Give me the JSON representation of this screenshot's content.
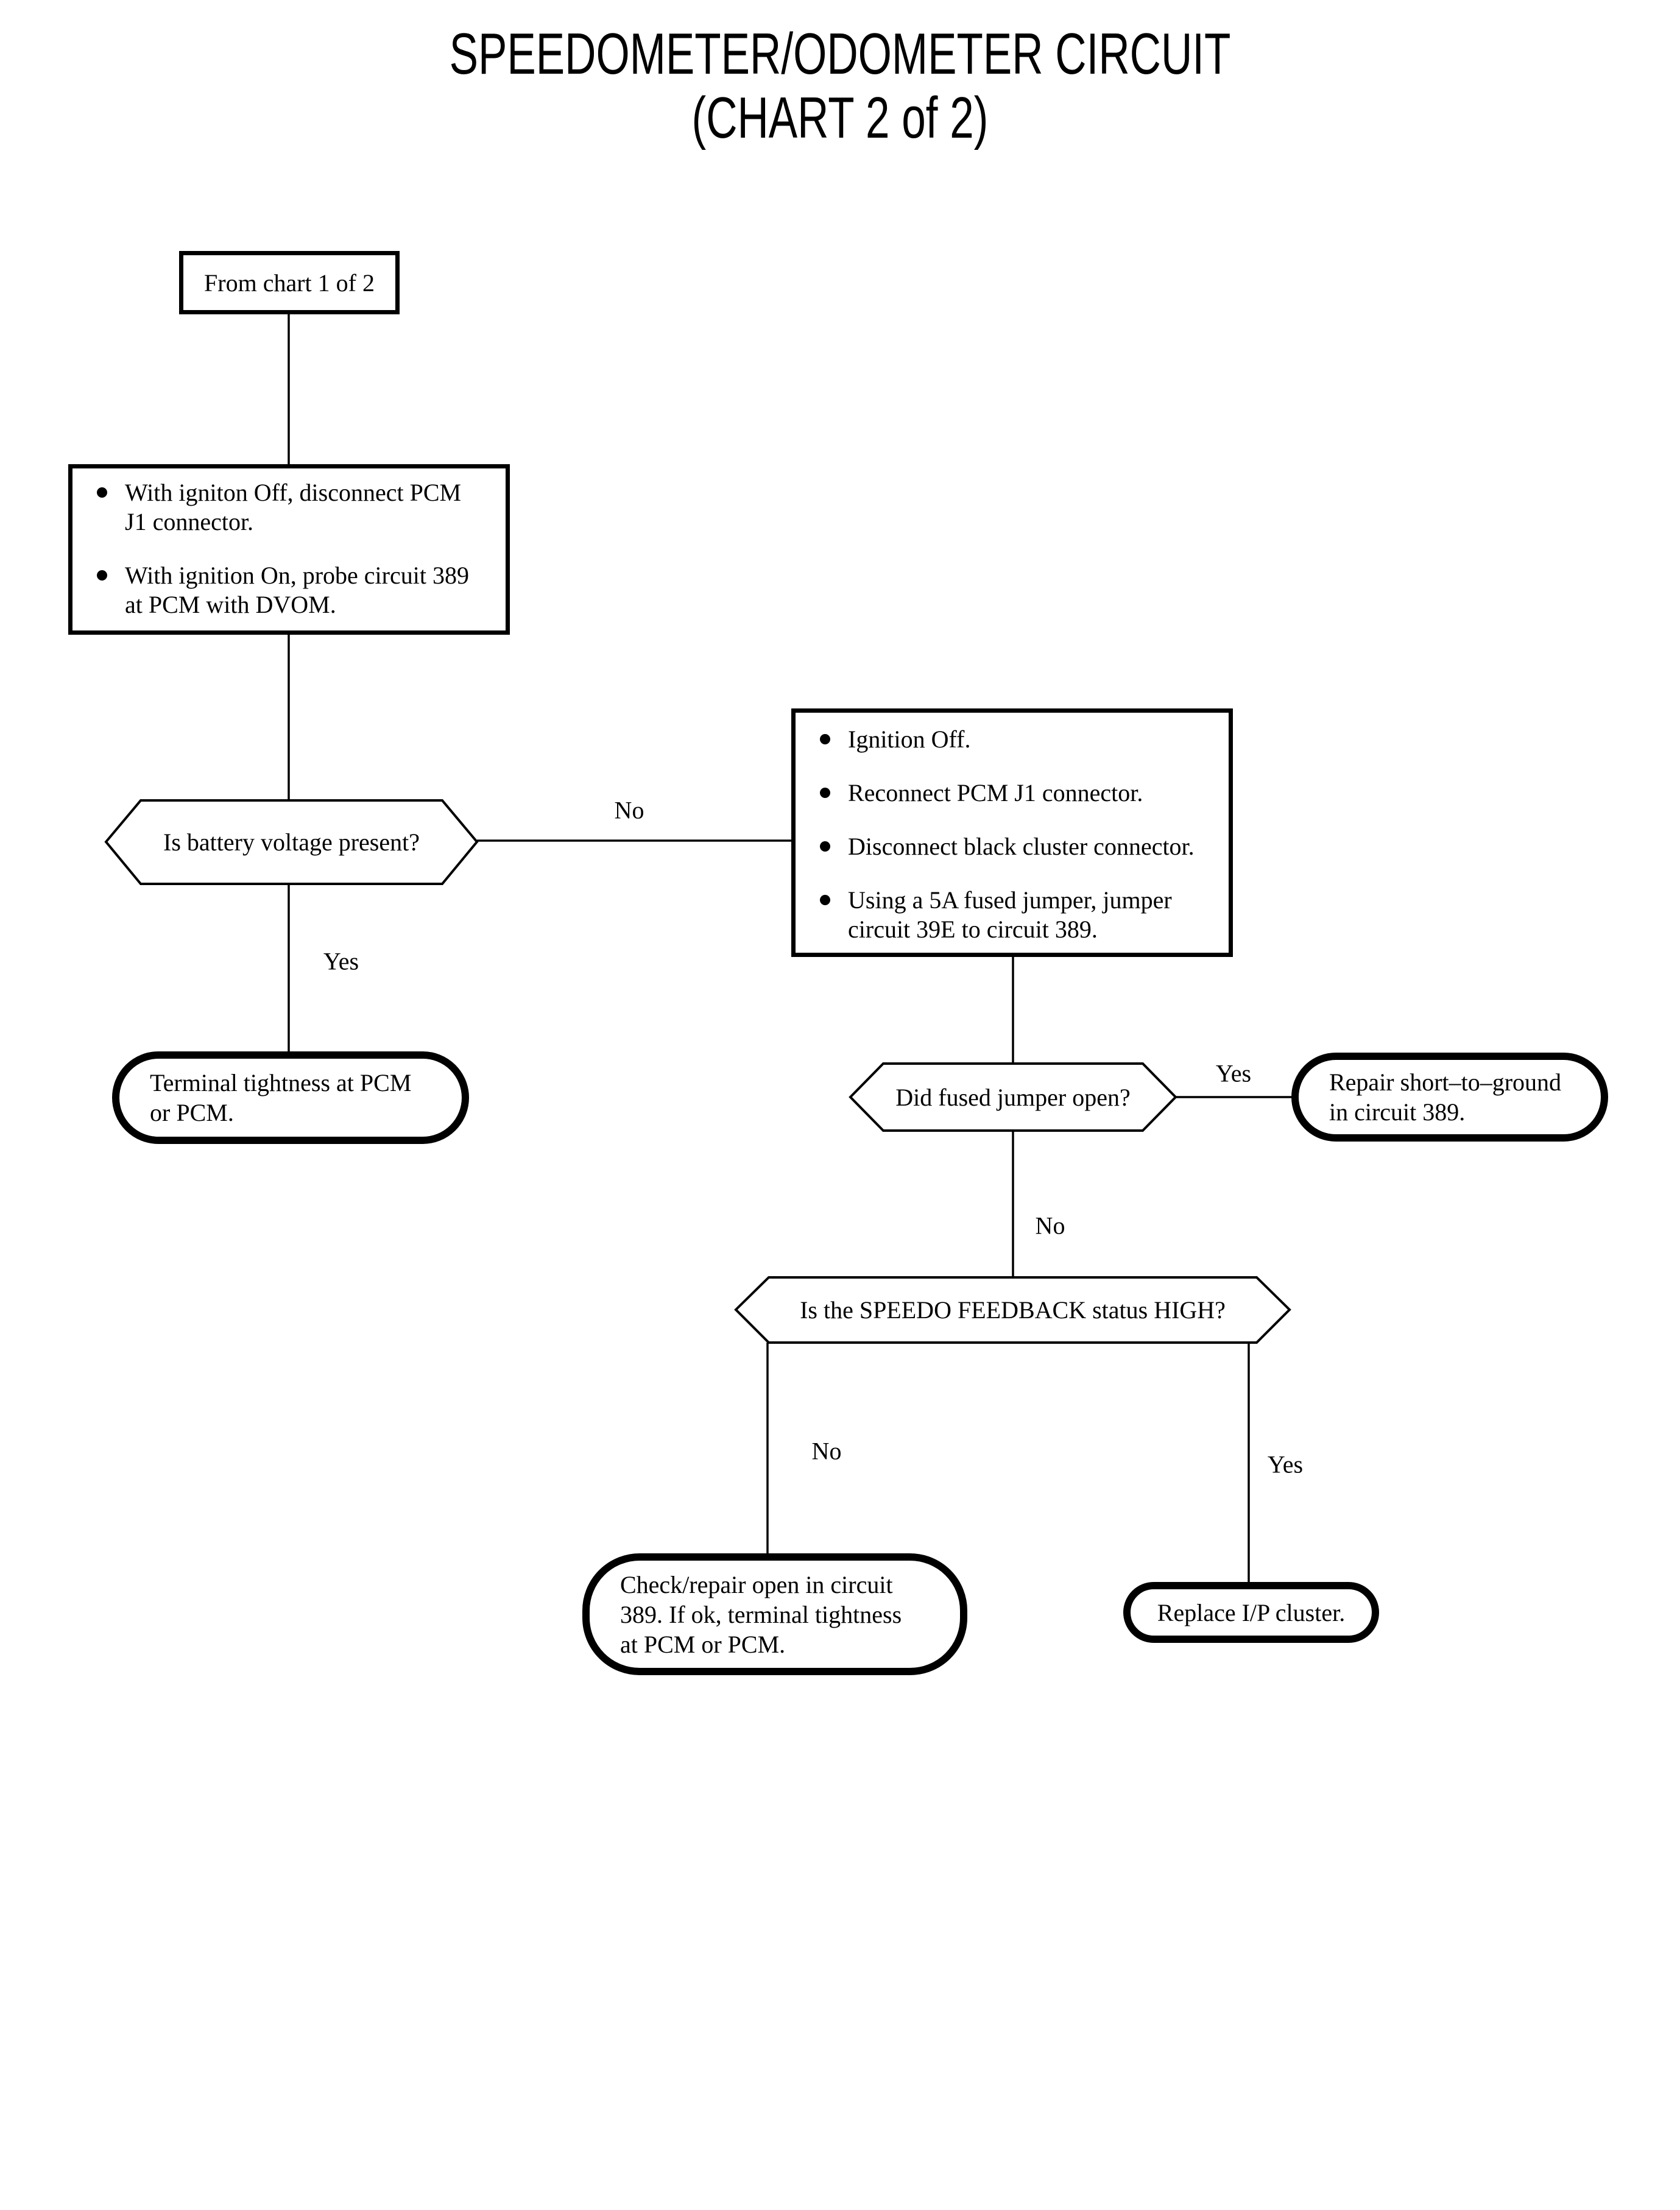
{
  "title": {
    "line1": "SPEEDOMETER/ODOMETER CIRCUIT",
    "line2": "(CHART 2 of 2)"
  },
  "colors": {
    "ink": "#000000",
    "paper": "#ffffff"
  },
  "nodes": {
    "start": {
      "label": "From chart 1 of 2"
    },
    "process1": {
      "bullets": [
        "With igniton Off, disconnect PCM\nJ1 connector.",
        "With ignition On, probe circuit 389\nat PCM with DVOM."
      ]
    },
    "decision1": {
      "question": "Is battery voltage present?"
    },
    "process2": {
      "bullets": [
        "Ignition Off.",
        "Reconnect PCM J1 connector.",
        "Disconnect black cluster connector.",
        "Using a 5A fused jumper, jumper\ncircuit 39E to circuit 389."
      ]
    },
    "terminal1": {
      "label": "Terminal tightness at PCM\nor PCM."
    },
    "decision2": {
      "question": "Did fused jumper open?"
    },
    "terminal2": {
      "label": "Repair short–to–ground\nin circuit 389."
    },
    "decision3": {
      "question": "Is the SPEEDO FEEDBACK status HIGH?"
    },
    "terminal3": {
      "label": "Check/repair open in circuit\n389. If ok, terminal tightness\nat PCM or PCM."
    },
    "terminal4": {
      "label": "Replace I/P cluster."
    }
  },
  "edge_labels": {
    "decision1_no": "No",
    "decision1_yes": "Yes",
    "decision2_yes": "Yes",
    "decision2_no": "No",
    "decision3_no": "No",
    "decision3_yes": "Yes"
  }
}
